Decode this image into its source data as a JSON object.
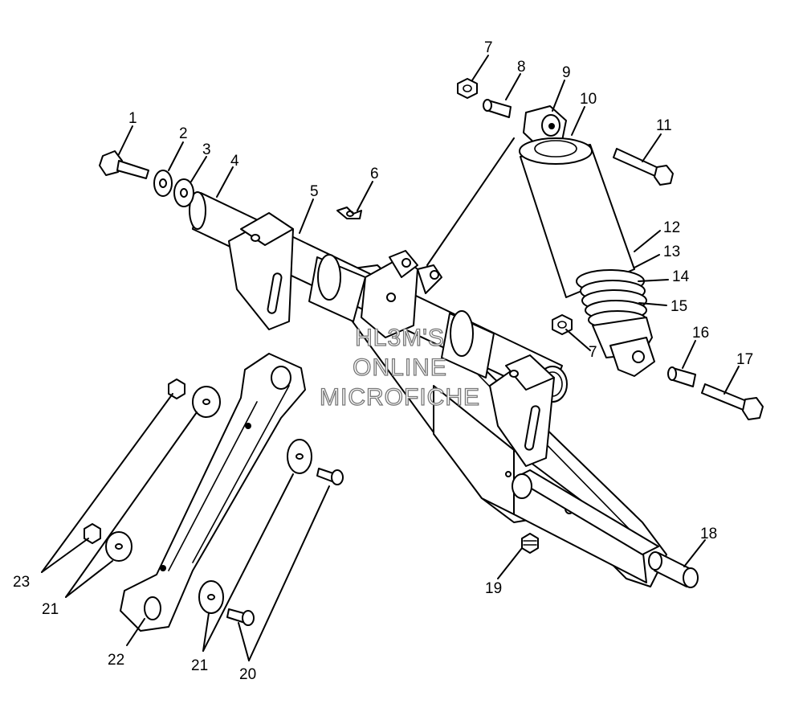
{
  "watermark": {
    "line1": "HL3M'S",
    "line2": "ONLINE",
    "line3": "MICROFICHE"
  },
  "callouts": [
    {
      "id": "1",
      "text": "1"
    },
    {
      "id": "2",
      "text": "2"
    },
    {
      "id": "3",
      "text": "3"
    },
    {
      "id": "4",
      "text": "4"
    },
    {
      "id": "5",
      "text": "5"
    },
    {
      "id": "6",
      "text": "6"
    },
    {
      "id": "7a",
      "text": "7"
    },
    {
      "id": "7b",
      "text": "7"
    },
    {
      "id": "8",
      "text": "8"
    },
    {
      "id": "9",
      "text": "9"
    },
    {
      "id": "10",
      "text": "10"
    },
    {
      "id": "11",
      "text": "11"
    },
    {
      "id": "12",
      "text": "12"
    },
    {
      "id": "13",
      "text": "13"
    },
    {
      "id": "14",
      "text": "14"
    },
    {
      "id": "15",
      "text": "15"
    },
    {
      "id": "16",
      "text": "16"
    },
    {
      "id": "17",
      "text": "17"
    },
    {
      "id": "18",
      "text": "18"
    },
    {
      "id": "19",
      "text": "19"
    },
    {
      "id": "20",
      "text": "20"
    },
    {
      "id": "21a",
      "text": "21"
    },
    {
      "id": "21b",
      "text": "21"
    },
    {
      "id": "22",
      "text": "22"
    },
    {
      "id": "23",
      "text": "23"
    }
  ]
}
